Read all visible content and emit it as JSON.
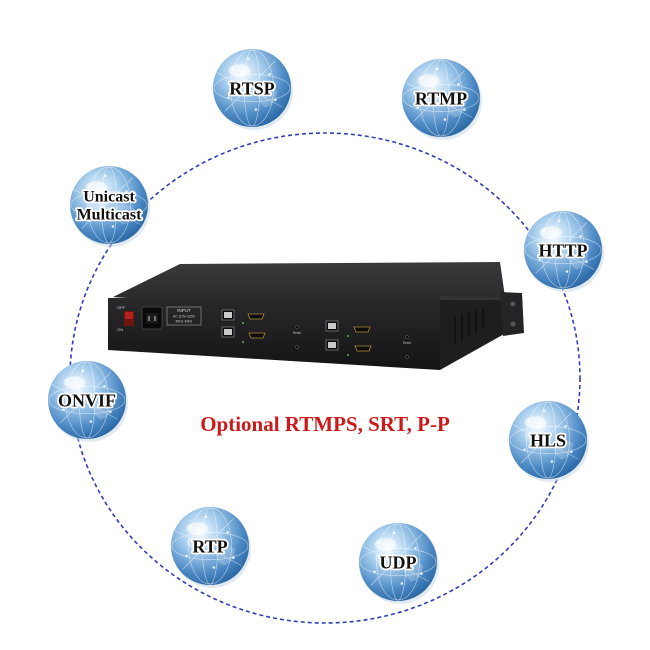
{
  "colors": {
    "ring": "#2f3fb5",
    "caption": "#cc1a1a",
    "globe_light": "#eef7ff",
    "globe_mid": "#7fb2de",
    "globe_dark": "#2c6aa8",
    "device_body": "#2a2a2c",
    "device_panel": "#1b1b1d",
    "switch_red": "#b8221d"
  },
  "protocols": [
    {
      "id": "rtsp",
      "lines": [
        "RTSP"
      ]
    },
    {
      "id": "rtmp",
      "lines": [
        "RTMP"
      ]
    },
    {
      "id": "unicast-multicast",
      "lines": [
        "Unicast",
        "Multicast"
      ]
    },
    {
      "id": "http",
      "lines": [
        "HTTP"
      ]
    },
    {
      "id": "onvif",
      "lines": [
        "ONVIF"
      ]
    },
    {
      "id": "hls",
      "lines": [
        "HLS"
      ]
    },
    {
      "id": "rtp",
      "lines": [
        "RTP"
      ]
    },
    {
      "id": "udp",
      "lines": [
        "UDP"
      ]
    }
  ],
  "caption": "Optional RTMPS, SRT, P-P",
  "device": {
    "power_label_off": "OFF",
    "power_label_on": "ON",
    "input_label": "INPUT",
    "input_spec": "AC 110V~220V",
    "input_freq": "50Hz~60Hz",
    "reset_label": "Reset"
  }
}
